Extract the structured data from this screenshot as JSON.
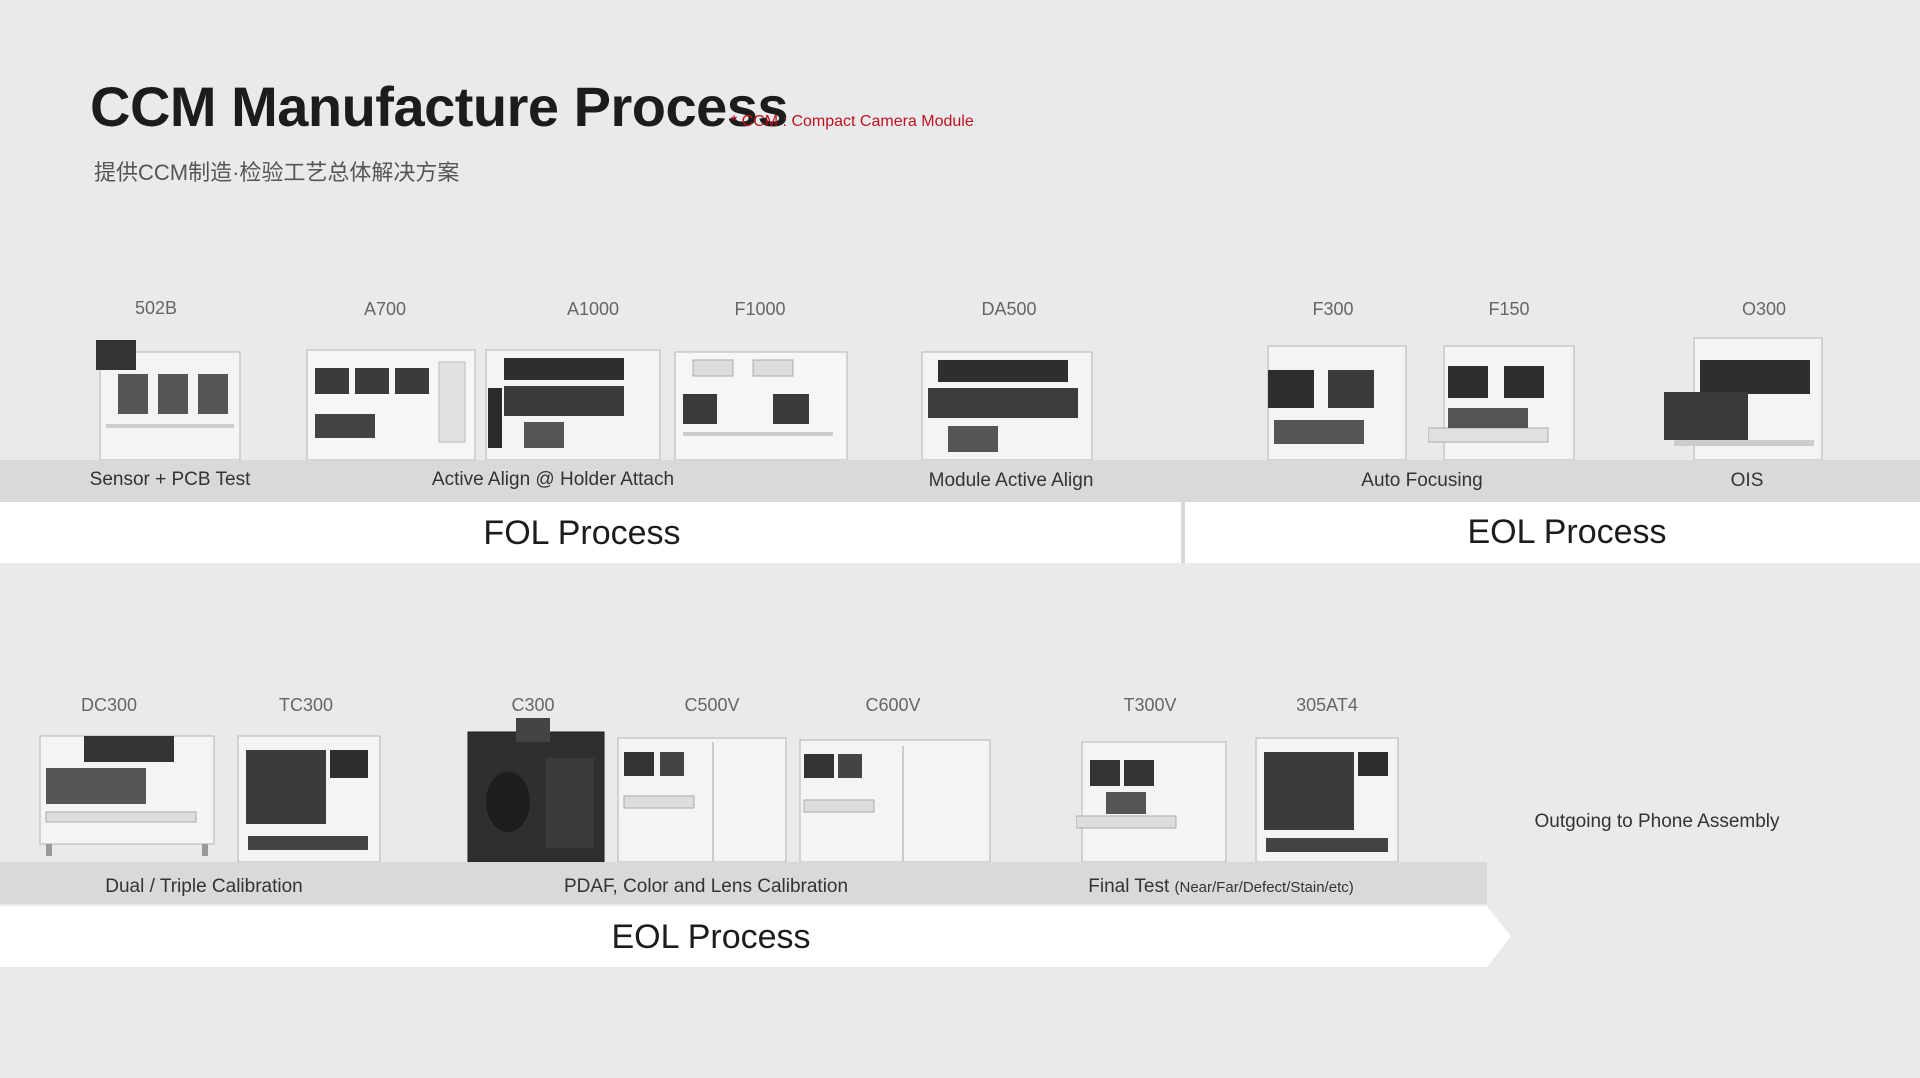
{
  "header": {
    "title": "CCM Manufacture Process",
    "note": "* CCM : Compact Camera Module",
    "subtitle": "提供CCM制造·检验工艺总体解决方案"
  },
  "row1": {
    "models": [
      "502B",
      "A700",
      "A1000",
      "F1000",
      "DA500",
      "F300",
      "F150",
      "O300"
    ],
    "stages": [
      "Sensor + PCB Test",
      "Active Align @ Holder Attach",
      "Module Active Align",
      "Auto Focusing",
      "OIS"
    ],
    "processes": [
      "FOL Process",
      "EOL Process"
    ]
  },
  "row2": {
    "models": [
      "DC300",
      "TC300",
      "C300",
      "C500V",
      "C600V",
      "T300V",
      "305AT4"
    ],
    "stages": [
      "Dual / Triple Calibration",
      "PDAF, Color and Lens Calibration",
      "Final Test"
    ],
    "final_test_detail": "(Near/Far/Defect/Stain/etc)",
    "process": "EOL Process",
    "outgoing": "Outgoing to Phone Assembly"
  },
  "icons": [
    "machine-icon"
  ],
  "colors": {
    "note": "#c0121d",
    "background": "#e9eaec",
    "label_bar": "#d9d9d9",
    "process_bar": "#ffffff"
  }
}
